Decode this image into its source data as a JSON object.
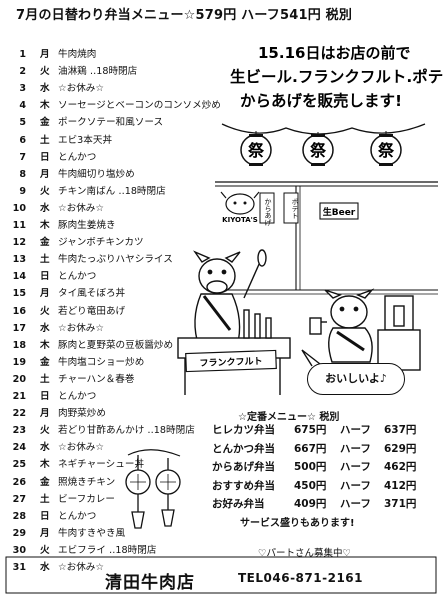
{
  "title": "7月の日替わり弁当メニュー☆579円 ハーフ541円 税別",
  "daily_menu": [
    {
      "day": "1",
      "weekday": "月",
      "dish": "牛肉焼肉"
    },
    {
      "day": "2",
      "weekday": "火",
      "dish": "油淋鶏 ‥18時閉店"
    },
    {
      "day": "3",
      "weekday": "水",
      "dish": "☆お休み☆"
    },
    {
      "day": "4",
      "weekday": "木",
      "dish": "ソーセージとベーコンのコンソメ炒め"
    },
    {
      "day": "5",
      "weekday": "金",
      "dish": "ポークソテー和風ソース"
    },
    {
      "day": "6",
      "weekday": "土",
      "dish": "エビ3本天丼"
    },
    {
      "day": "7",
      "weekday": "日",
      "dish": "とんかつ"
    },
    {
      "day": "8",
      "weekday": "月",
      "dish": "牛肉細切り塩炒め"
    },
    {
      "day": "9",
      "weekday": "火",
      "dish": "チキン南ばん ‥18時閉店"
    },
    {
      "day": "10",
      "weekday": "水",
      "dish": "☆お休み☆"
    },
    {
      "day": "11",
      "weekday": "木",
      "dish": "豚肉生姜焼き"
    },
    {
      "day": "12",
      "weekday": "金",
      "dish": "ジャンボチキンカツ"
    },
    {
      "day": "13",
      "weekday": "土",
      "dish": "牛肉たっぷりハヤシライス"
    },
    {
      "day": "14",
      "weekday": "日",
      "dish": "とんかつ"
    },
    {
      "day": "15",
      "weekday": "月",
      "dish": "タイ風そぼろ丼"
    },
    {
      "day": "16",
      "weekday": "火",
      "dish": "若どり竜田あげ"
    },
    {
      "day": "17",
      "weekday": "水",
      "dish": "☆お休み☆"
    },
    {
      "day": "18",
      "weekday": "木",
      "dish": "豚肉と夏野菜の豆板醤炒め"
    },
    {
      "day": "19",
      "weekday": "金",
      "dish": "牛肉塩コショー炒め"
    },
    {
      "day": "20",
      "weekday": "土",
      "dish": "チャーハン＆春巻"
    },
    {
      "day": "21",
      "weekday": "日",
      "dish": "とんかつ"
    },
    {
      "day": "22",
      "weekday": "月",
      "dish": "肉野菜炒め"
    },
    {
      "day": "23",
      "weekday": "火",
      "dish": "若どり甘酢あんかけ ‥18時閉店"
    },
    {
      "day": "24",
      "weekday": "水",
      "dish": "☆お休み☆"
    },
    {
      "day": "25",
      "weekday": "木",
      "dish": "ネギチャーシュー丼"
    },
    {
      "day": "26",
      "weekday": "金",
      "dish": "照焼きチキン"
    },
    {
      "day": "27",
      "weekday": "土",
      "dish": "ビーフカレー"
    },
    {
      "day": "28",
      "weekday": "日",
      "dish": "とんかつ"
    },
    {
      "day": "29",
      "weekday": "月",
      "dish": "牛肉すきやき風"
    },
    {
      "day": "30",
      "weekday": "火",
      "dish": "エビフライ ‥18時閉店"
    },
    {
      "day": "31",
      "weekday": "水",
      "dish": "☆お休み☆"
    }
  ],
  "event": {
    "line1": "15.16日はお店の前で",
    "line2": "生ビール.フランクフルト.ポテト",
    "line3": "からあげを販売します!"
  },
  "lanterns": [
    "祭",
    "祭",
    "祭"
  ],
  "illustration": {
    "kiyota_sign": "KIYOTA'S",
    "papers": [
      "からあげ",
      "ポテト"
    ],
    "beer_sign": "生Beer",
    "banner": "フランクフルト",
    "speech": "おいしいよ♪"
  },
  "standard_menu": {
    "title": "☆定番メニュー☆ 税別",
    "items": [
      {
        "name": "ヒレカツ弁当",
        "price": "675円",
        "half_label": "ハーフ",
        "half_price": "637円"
      },
      {
        "name": "とんかつ弁当",
        "price": "667円",
        "half_label": "ハーフ",
        "half_price": "629円"
      },
      {
        "name": "からあげ弁当",
        "price": "500円",
        "half_label": "ハーフ",
        "half_price": "462円"
      },
      {
        "name": "おすすめ弁当",
        "price": "450円",
        "half_label": "ハーフ",
        "half_price": "412円"
      },
      {
        "name": "お好み弁当",
        "price": "409円",
        "half_label": "ハーフ",
        "half_price": "371円"
      }
    ],
    "service_note": "サービス盛りもあります!"
  },
  "recruit": "♡パートさん募集中♡",
  "shop_name": "清田牛肉店",
  "tel": "TEL046-871-2161"
}
